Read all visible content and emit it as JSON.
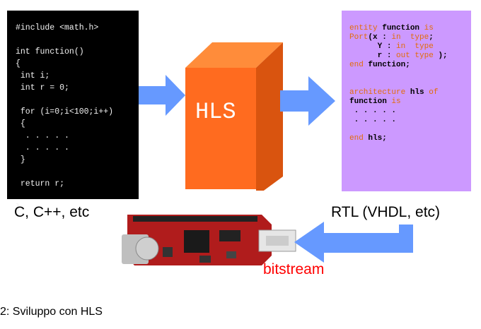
{
  "c_code_lines": [
    "#include <math.h>",
    "",
    "int function()",
    "{",
    " int i;",
    " int r = 0;",
    "",
    " for (i=0;i<100;i++)",
    " {",
    "  . . . . .",
    "  . . . . .",
    " }",
    "",
    " return r;",
    "",
    "}"
  ],
  "hls_label": "HLS",
  "vhdl": {
    "l1_k1": "entity ",
    "l1_b": "function",
    "l1_k2": " is",
    "l2_k": "Port",
    "l2_b1": "(x",
    "l2_b2": " : ",
    "l2_k2": "in  type",
    "l2_end": ";",
    "l3_b": "      Y",
    "l3_b2": " : ",
    "l3_k": "in  type",
    "l4_b": "      r",
    "l4_b2": " : ",
    "l4_k": "out type",
    "l4_end": " );",
    "l5_k": "end ",
    "l5_b": "function;",
    "l6_k1": "architecture ",
    "l6_b": "hls",
    "l6_k2": " of",
    "l7_b": "function",
    "l7_k": " is",
    "l8": " . . . . .",
    "l9": " . . . . .",
    "l10_k": "end ",
    "l10_b": "hls;"
  },
  "label_c": "C, C++, etc",
  "label_rtl": "RTL (VHDL, etc)",
  "label_bitstream": "bitstream",
  "caption": "2: Sviluppo con HLS",
  "colors": {
    "arrow": "#6699ff",
    "cube_front": "#ff6b1f",
    "cube_top": "#ff8c3a",
    "cube_side": "#d9540f",
    "vhdl_bg": "#cc99ff",
    "board": "#b01c1c"
  }
}
